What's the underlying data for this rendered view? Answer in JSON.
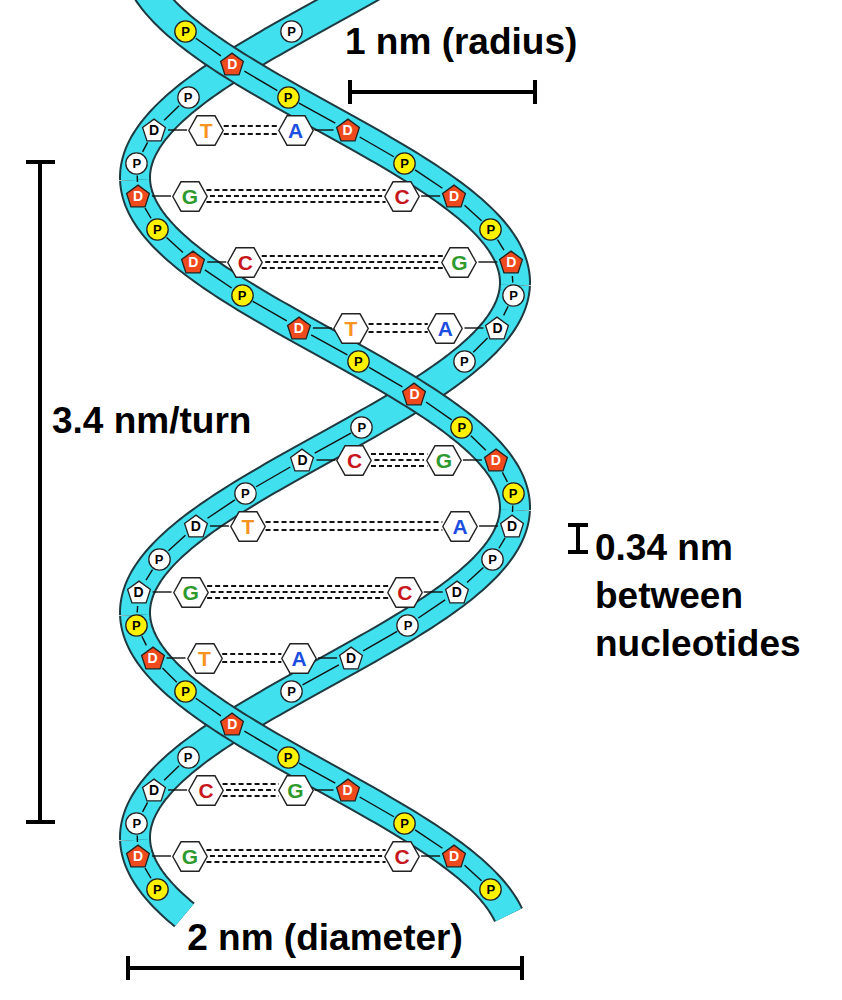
{
  "diagram": {
    "nodes": [
      {
        "text": [
          "P"
        ]
      },
      {
        "text": [
          "D"
        ]
      },
      {
        "text": [
          "P"
        ]
      },
      {
        "text": [
          "D"
        ]
      },
      {
        "text": [
          "P"
        ]
      },
      {
        "text": [
          "D"
        ]
      },
      {
        "text": [
          "P"
        ]
      },
      {
        "text": [
          "D"
        ]
      },
      {
        "text": [
          "P"
        ]
      },
      {
        "text": [
          "D"
        ]
      },
      {
        "text": [
          "P"
        ]
      },
      {
        "text": [
          "P"
        ]
      },
      {
        "text": [
          "D"
        ]
      },
      {
        "text": [
          "P"
        ]
      },
      {
        "text": [
          "D"
        ]
      },
      {
        "text": [
          "P"
        ]
      },
      {
        "text": [
          "D"
        ]
      },
      {
        "text": [
          "P"
        ]
      },
      {
        "text": [
          "D"
        ]
      },
      {
        "text": [
          "P"
        ]
      },
      {
        "text": [
          "D"
        ]
      },
      {
        "text": [
          "P"
        ]
      },
      {
        "text": [
          "D"
        ]
      },
      {
        "text": [
          "P"
        ]
      },
      {
        "text": [
          "D"
        ]
      },
      {
        "text": [
          "P"
        ]
      },
      {
        "text": [
          "P"
        ]
      },
      {
        "text": [
          "P"
        ]
      },
      {
        "text": [
          "D"
        ]
      },
      {
        "text": [
          "P"
        ]
      },
      {
        "text": [
          "D"
        ]
      },
      {
        "text": [
          "P"
        ]
      },
      {
        "text": [
          "D"
        ]
      },
      {
        "text": [
          "P"
        ]
      },
      {
        "text": [
          "D"
        ]
      },
      {
        "text": [
          "P"
        ]
      },
      {
        "text": [
          "D"
        ]
      },
      {
        "text": [
          "P"
        ]
      },
      {
        "text": [
          "D"
        ]
      },
      {
        "text": [
          "P"
        ]
      },
      {
        "text": [
          "D"
        ]
      },
      {
        "text": [
          "P"
        ]
      },
      {
        "text": [
          "D"
        ]
      },
      {
        "text": [
          "P"
        ]
      },
      {
        "text": [
          "D"
        ]
      },
      {
        "text": [
          "P"
        ]
      },
      {
        "text": [
          "P"
        ]
      },
      {
        "text": [
          "D"
        ]
      },
      {
        "text": [
          "P"
        ]
      },
      {
        "text": [
          "D"
        ]
      },
      {
        "text": [
          "P"
        ]
      },
      {
        "text": [
          "T"
        ]
      },
      {
        "text": [
          "A"
        ]
      },
      {
        "text": [
          "G"
        ]
      },
      {
        "text": [
          "C"
        ]
      },
      {
        "text": [
          "C"
        ]
      },
      {
        "text": [
          "G"
        ]
      },
      {
        "text": [
          "T"
        ]
      },
      {
        "text": [
          "A"
        ]
      },
      {
        "text": [
          "C"
        ]
      },
      {
        "text": [
          "G"
        ]
      },
      {
        "text": [
          "T"
        ]
      },
      {
        "text": [
          "A"
        ]
      },
      {
        "text": [
          "G"
        ]
      },
      {
        "text": [
          "C"
        ]
      },
      {
        "text": [
          "T"
        ]
      },
      {
        "text": [
          "A"
        ]
      },
      {
        "text": [
          "C"
        ]
      },
      {
        "text": [
          "G"
        ]
      },
      {
        "text": [
          "G"
        ]
      },
      {
        "text": [
          "C"
        ]
      }
    ],
    "edges": [
      {
        "from": 51,
        "to": 52,
        "arrow": "none"
      },
      {
        "from": 51,
        "to": 28,
        "arrow": "none"
      },
      {
        "from": 52,
        "to": 3,
        "arrow": "none"
      },
      {
        "from": 53,
        "to": 54,
        "arrow": "none"
      },
      {
        "from": 53,
        "to": 30,
        "arrow": "none"
      },
      {
        "from": 54,
        "to": 5,
        "arrow": "none"
      },
      {
        "from": 55,
        "to": 56,
        "arrow": "none"
      },
      {
        "from": 55,
        "to": 32,
        "arrow": "none"
      },
      {
        "from": 56,
        "to": 7,
        "arrow": "none"
      },
      {
        "from": 57,
        "to": 58,
        "arrow": "none"
      },
      {
        "from": 57,
        "to": 34,
        "arrow": "none"
      },
      {
        "from": 58,
        "to": 9,
        "arrow": "none"
      },
      {
        "from": 59,
        "to": 60,
        "arrow": "none"
      },
      {
        "from": 59,
        "to": 12,
        "arrow": "none"
      },
      {
        "from": 60,
        "to": 38,
        "arrow": "none"
      },
      {
        "from": 61,
        "to": 62,
        "arrow": "none"
      },
      {
        "from": 61,
        "to": 14,
        "arrow": "none"
      },
      {
        "from": 62,
        "to": 40,
        "arrow": "none"
      },
      {
        "from": 63,
        "to": 64,
        "arrow": "none"
      },
      {
        "from": 63,
        "to": 16,
        "arrow": "none"
      },
      {
        "from": 64,
        "to": 42,
        "arrow": "none"
      },
      {
        "from": 65,
        "to": 66,
        "arrow": "none"
      },
      {
        "from": 65,
        "to": 18,
        "arrow": "none"
      },
      {
        "from": 66,
        "to": 44,
        "arrow": "none"
      },
      {
        "from": 67,
        "to": 68,
        "arrow": "none"
      },
      {
        "from": 67,
        "to": 47,
        "arrow": "none"
      },
      {
        "from": 68,
        "to": 22,
        "arrow": "none"
      },
      {
        "from": 69,
        "to": 70,
        "arrow": "none"
      },
      {
        "from": 69,
        "to": 49,
        "arrow": "none"
      },
      {
        "from": 70,
        "to": 24,
        "arrow": "none"
      },
      {
        "from": 0,
        "to": 1,
        "arrow": "none"
      },
      {
        "from": 1,
        "to": 2,
        "arrow": "none"
      },
      {
        "from": 2,
        "to": 3,
        "arrow": "none"
      },
      {
        "from": 3,
        "to": 4,
        "arrow": "none"
      },
      {
        "from": 4,
        "to": 5,
        "arrow": "none"
      },
      {
        "from": 5,
        "to": 6,
        "arrow": "none"
      },
      {
        "from": 6,
        "to": 7,
        "arrow": "none"
      },
      {
        "from": 7,
        "to": 8,
        "arrow": "none"
      },
      {
        "from": 8,
        "to": 9,
        "arrow": "none"
      },
      {
        "from": 9,
        "to": 10,
        "arrow": "none"
      },
      {
        "from": 11,
        "to": 12,
        "arrow": "none"
      },
      {
        "from": 12,
        "to": 13,
        "arrow": "none"
      },
      {
        "from": 13,
        "to": 14,
        "arrow": "none"
      },
      {
        "from": 14,
        "to": 15,
        "arrow": "none"
      },
      {
        "from": 15,
        "to": 16,
        "arrow": "none"
      },
      {
        "from": 16,
        "to": 17,
        "arrow": "none"
      },
      {
        "from": 17,
        "to": 18,
        "arrow": "none"
      },
      {
        "from": 18,
        "to": 19,
        "arrow": "none"
      },
      {
        "from": 19,
        "to": 20,
        "arrow": "none"
      },
      {
        "from": 20,
        "to": 21,
        "arrow": "none"
      },
      {
        "from": 21,
        "to": 22,
        "arrow": "none"
      },
      {
        "from": 22,
        "to": 23,
        "arrow": "none"
      },
      {
        "from": 23,
        "to": 24,
        "arrow": "none"
      },
      {
        "from": 24,
        "to": 25,
        "arrow": "none"
      },
      {
        "from": 27,
        "to": 28,
        "arrow": "none"
      },
      {
        "from": 28,
        "to": 29,
        "arrow": "none"
      },
      {
        "from": 29,
        "to": 30,
        "arrow": "none"
      },
      {
        "from": 30,
        "to": 31,
        "arrow": "none"
      },
      {
        "from": 31,
        "to": 32,
        "arrow": "none"
      },
      {
        "from": 32,
        "to": 33,
        "arrow": "none"
      },
      {
        "from": 33,
        "to": 34,
        "arrow": "none"
      },
      {
        "from": 34,
        "to": 35,
        "arrow": "none"
      },
      {
        "from": 35,
        "to": 36,
        "arrow": "none"
      },
      {
        "from": 36,
        "to": 37,
        "arrow": "none"
      },
      {
        "from": 37,
        "to": 38,
        "arrow": "none"
      },
      {
        "from": 38,
        "to": 39,
        "arrow": "none"
      },
      {
        "from": 39,
        "to": 40,
        "arrow": "none"
      },
      {
        "from": 40,
        "to": 41,
        "arrow": "none"
      },
      {
        "from": 41,
        "to": 42,
        "arrow": "none"
      },
      {
        "from": 42,
        "to": 43,
        "arrow": "none"
      },
      {
        "from": 43,
        "to": 44,
        "arrow": "none"
      },
      {
        "from": 44,
        "to": 45,
        "arrow": "none"
      },
      {
        "from": 46,
        "to": 47,
        "arrow": "none"
      },
      {
        "from": 47,
        "to": 48,
        "arrow": "none"
      },
      {
        "from": 48,
        "to": 49,
        "arrow": "none"
      },
      {
        "from": 49,
        "to": 50,
        "arrow": "none"
      }
    ],
    "labels": [
      "1 nm (radius)",
      "3.4 nm/turn",
      "0.34 nm between nucleotides",
      "2 nm (diameter)"
    ]
  }
}
